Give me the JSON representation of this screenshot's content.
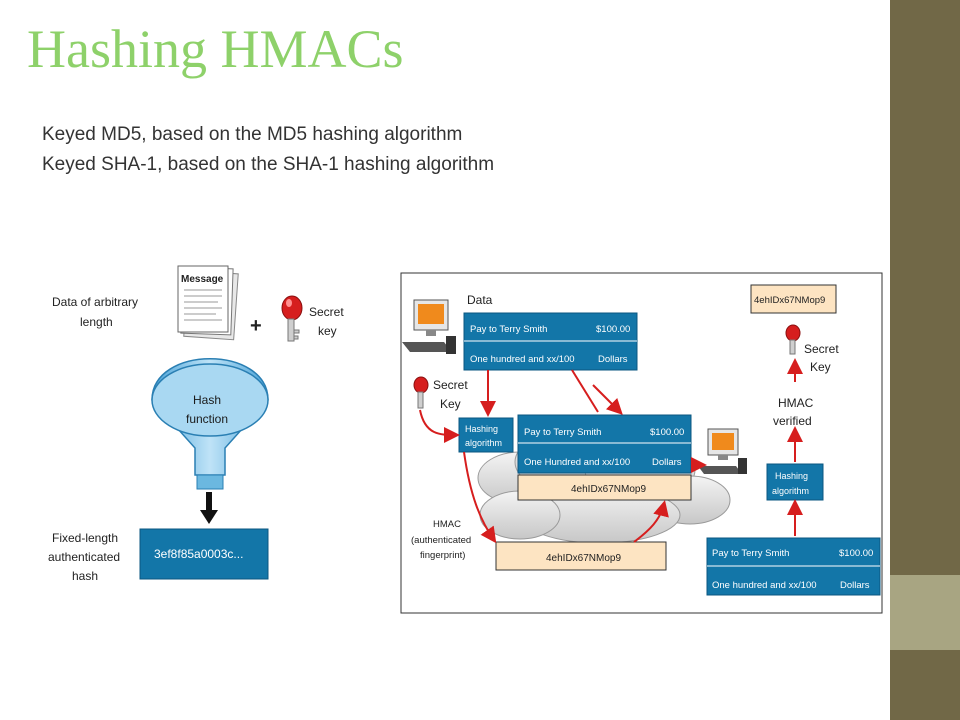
{
  "slide": {
    "title": "Hashing HMACs",
    "bullets": [
      "Keyed MD5, based on the MD5 hashing algorithm",
      "Keyed SHA-1, based on the SHA-1 hashing algorithm"
    ]
  },
  "left_diagram": {
    "data_label_1": "Data of arbitrary",
    "data_label_2": "length",
    "message_title": "Message",
    "plus_sign": "+",
    "secret_label_1": "Secret",
    "secret_label_2": "key",
    "funnel_label_1": "Hash",
    "funnel_label_2": "function",
    "output_label_1": "Fixed-length",
    "output_label_2": "authenticated",
    "output_label_3": "hash",
    "hash_value": "3ef8f85a0003c..."
  },
  "right_diagram": {
    "data_label": "Data",
    "check_row1_left": "Pay to Terry Smith",
    "check_row1_right": "$100.00",
    "check_row2_left": "One hundred and xx/100",
    "check_row2_right": "Dollars",
    "check2_row2_left": "One Hundred and xx/100",
    "hmac_value": "4ehIDx67NMop9",
    "secret_key_1": "Secret",
    "secret_key_2": "Key",
    "hashing_1": "Hashing",
    "hashing_2": "algorithm",
    "hmac_caption_1": "HMAC",
    "hmac_caption_2": "(authenticated",
    "hmac_caption_3": "fingerprint)",
    "verified_1": "HMAC",
    "verified_2": "verified",
    "check3_row1_right": "$100.00"
  },
  "colors": {
    "title": "#8ed16a",
    "sidebar_dark": "#716847",
    "sidebar_light": "#a8a582",
    "check_blue": "#1376a8",
    "hmac_tan": "#fde4c2",
    "arrow_red": "#d61e1e"
  }
}
